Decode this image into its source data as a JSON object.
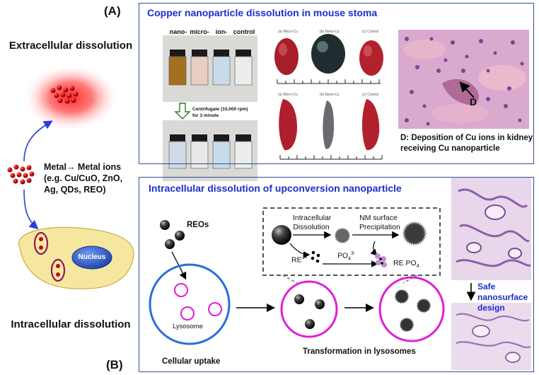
{
  "labels": {
    "panel_a": "(A)",
    "panel_b": "(B)",
    "extracellular": "Extracellular dissolution",
    "intracellular": "Intracellular dissolution",
    "metal_ions_line1": "Metal→ Metal ions",
    "metal_ions_line2": "(e.g. Cu/CuO, ZnO,",
    "metal_ions_line3": "Ag, QDs, REO)",
    "nucleus": "Nucleus"
  },
  "box_a": {
    "title": "Copper nanoparticle dissolution in mouse stoma",
    "vial_labels": [
      "nano-",
      "micro-",
      "ion-",
      "control"
    ],
    "centrifuge_line1": "Centrifugate (10,000 rpm)",
    "centrifuge_line2": "for 3 minute",
    "organ_labels_top": [
      "(a) Micro-Cu",
      "(b) Nano-Cu",
      "(c) Control"
    ],
    "organ_labels_bottom": [
      "(a) Micro-Cu",
      "(b) Nano-Cu",
      "(c) Control"
    ],
    "marker": "D",
    "caption_line1": "D: Deposition of Cu ions in kidney",
    "caption_line2": "receiving Cu nanoparticle"
  },
  "box_b": {
    "title": "Intracellular dissolution of upconversion nanoparticle",
    "reos": "REOs",
    "dissolution_line1": "Intracellular",
    "dissolution_line2": "Dissolution",
    "nm_line1": "NM surface",
    "nm_line2": "Precipitation",
    "re": "RE",
    "re_sup": "3+",
    "po": "PO",
    "po_sup": "3-",
    "po_sub": "4",
    "repo_re": "RE",
    "repo_po": "PO",
    "repo_sub": "4",
    "lysosome": "Lysosome",
    "cellular_uptake": "Cellular uptake",
    "transformation": "Transformation in lysosomes",
    "safe_line1": "Safe",
    "safe_line2": "nanosurface",
    "safe_line3": "design"
  },
  "colors": {
    "box_title": "#1a2fcc",
    "cell_circle": "#2a6fd6",
    "lysosome": "#e01ed6",
    "nucleus": "#2a55c8",
    "cell_body": "#f5e7a0"
  }
}
